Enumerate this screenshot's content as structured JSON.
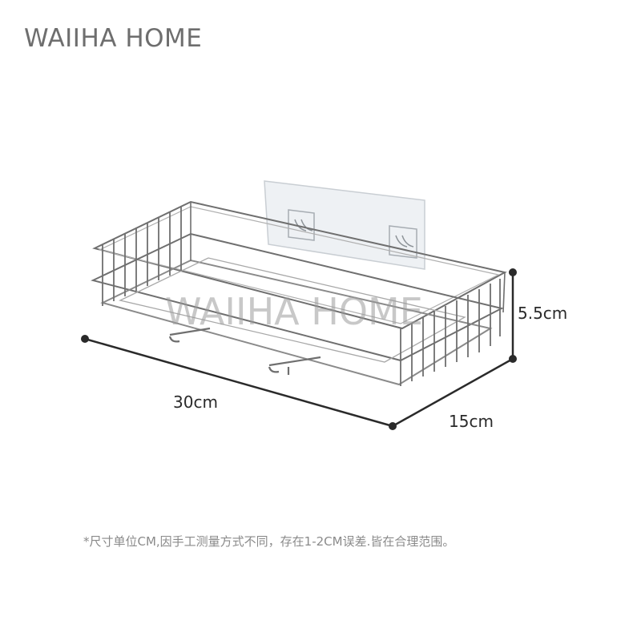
{
  "brand": "WAIIHA HOME",
  "watermark": "WAIIHA HOME",
  "dimensions": {
    "height": "5.5cm",
    "length": "30cm",
    "width": "15cm"
  },
  "note": "*尺寸单位CM,因手工测量方式不同，存在1-2CM误差.皆在合理范围。",
  "colors": {
    "background": "#ffffff",
    "brand_text": "#6e6e6e",
    "wire": "#6f6f6f",
    "dimension_line": "#2a2a2a",
    "note_text": "#8a8a8a"
  }
}
